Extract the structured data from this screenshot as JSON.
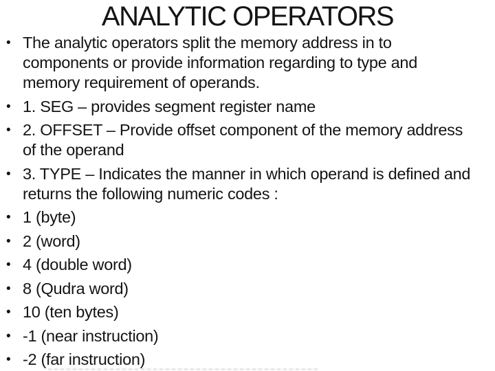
{
  "slide": {
    "title": "ANALYTIC OPERATORS",
    "bullet_char": "•",
    "bullets": [
      "The analytic operators split the memory address in to components or provide information regarding to type and memory requirement of operands.",
      "1. SEG – provides segment register name",
      "2. OFFSET – Provide offset component of the memory address of the operand",
      "3. TYPE – Indicates the manner in which operand is defined and returns the following numeric codes :",
      "1 (byte)",
      "2 (word)",
      "4 (double word)",
      "8 (Qudra word)",
      "10 (ten bytes)",
      "-1 (near instruction)",
      "-2 (far instruction)"
    ],
    "colors": {
      "text": "#111111",
      "background": "#ffffff"
    }
  }
}
